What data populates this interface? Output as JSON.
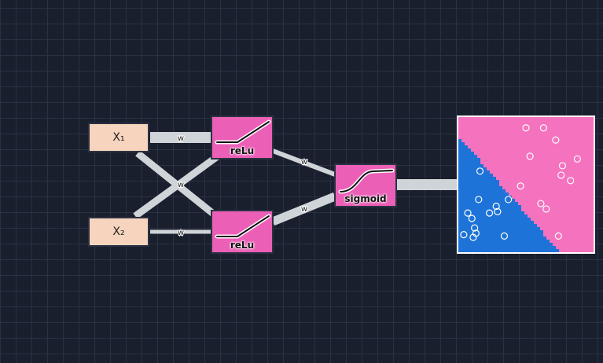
{
  "network": {
    "inputs": [
      {
        "label": "X₁"
      },
      {
        "label": "X₂"
      }
    ],
    "hidden": [
      {
        "activation": "reLu"
      },
      {
        "activation": "reLu"
      }
    ],
    "output": {
      "activation": "sigmoid"
    },
    "weight_label": "w"
  },
  "colors": {
    "background": "#1a1f2e",
    "grid": "#2a3142",
    "input_node": "#f6d4bd",
    "neuron": "#ec5fb7",
    "connection": "#cfd4d8",
    "class_pink": "#f472be",
    "class_blue": "#1e73d8"
  },
  "decision_plot": {
    "points": [
      [
        0.5,
        0.08
      ],
      [
        0.63,
        0.08
      ],
      [
        0.72,
        0.17
      ],
      [
        0.53,
        0.29
      ],
      [
        0.88,
        0.31
      ],
      [
        0.77,
        0.36
      ],
      [
        0.76,
        0.43
      ],
      [
        0.83,
        0.47
      ],
      [
        0.46,
        0.51
      ],
      [
        0.16,
        0.4
      ],
      [
        0.15,
        0.61
      ],
      [
        0.37,
        0.61
      ],
      [
        0.61,
        0.64
      ],
      [
        0.65,
        0.68
      ],
      [
        0.28,
        0.66
      ],
      [
        0.29,
        0.7
      ],
      [
        0.23,
        0.71
      ],
      [
        0.07,
        0.71
      ],
      [
        0.1,
        0.75
      ],
      [
        0.12,
        0.82
      ],
      [
        0.13,
        0.86
      ],
      [
        0.04,
        0.87
      ],
      [
        0.11,
        0.89
      ],
      [
        0.34,
        0.88
      ],
      [
        0.74,
        0.88
      ]
    ]
  }
}
